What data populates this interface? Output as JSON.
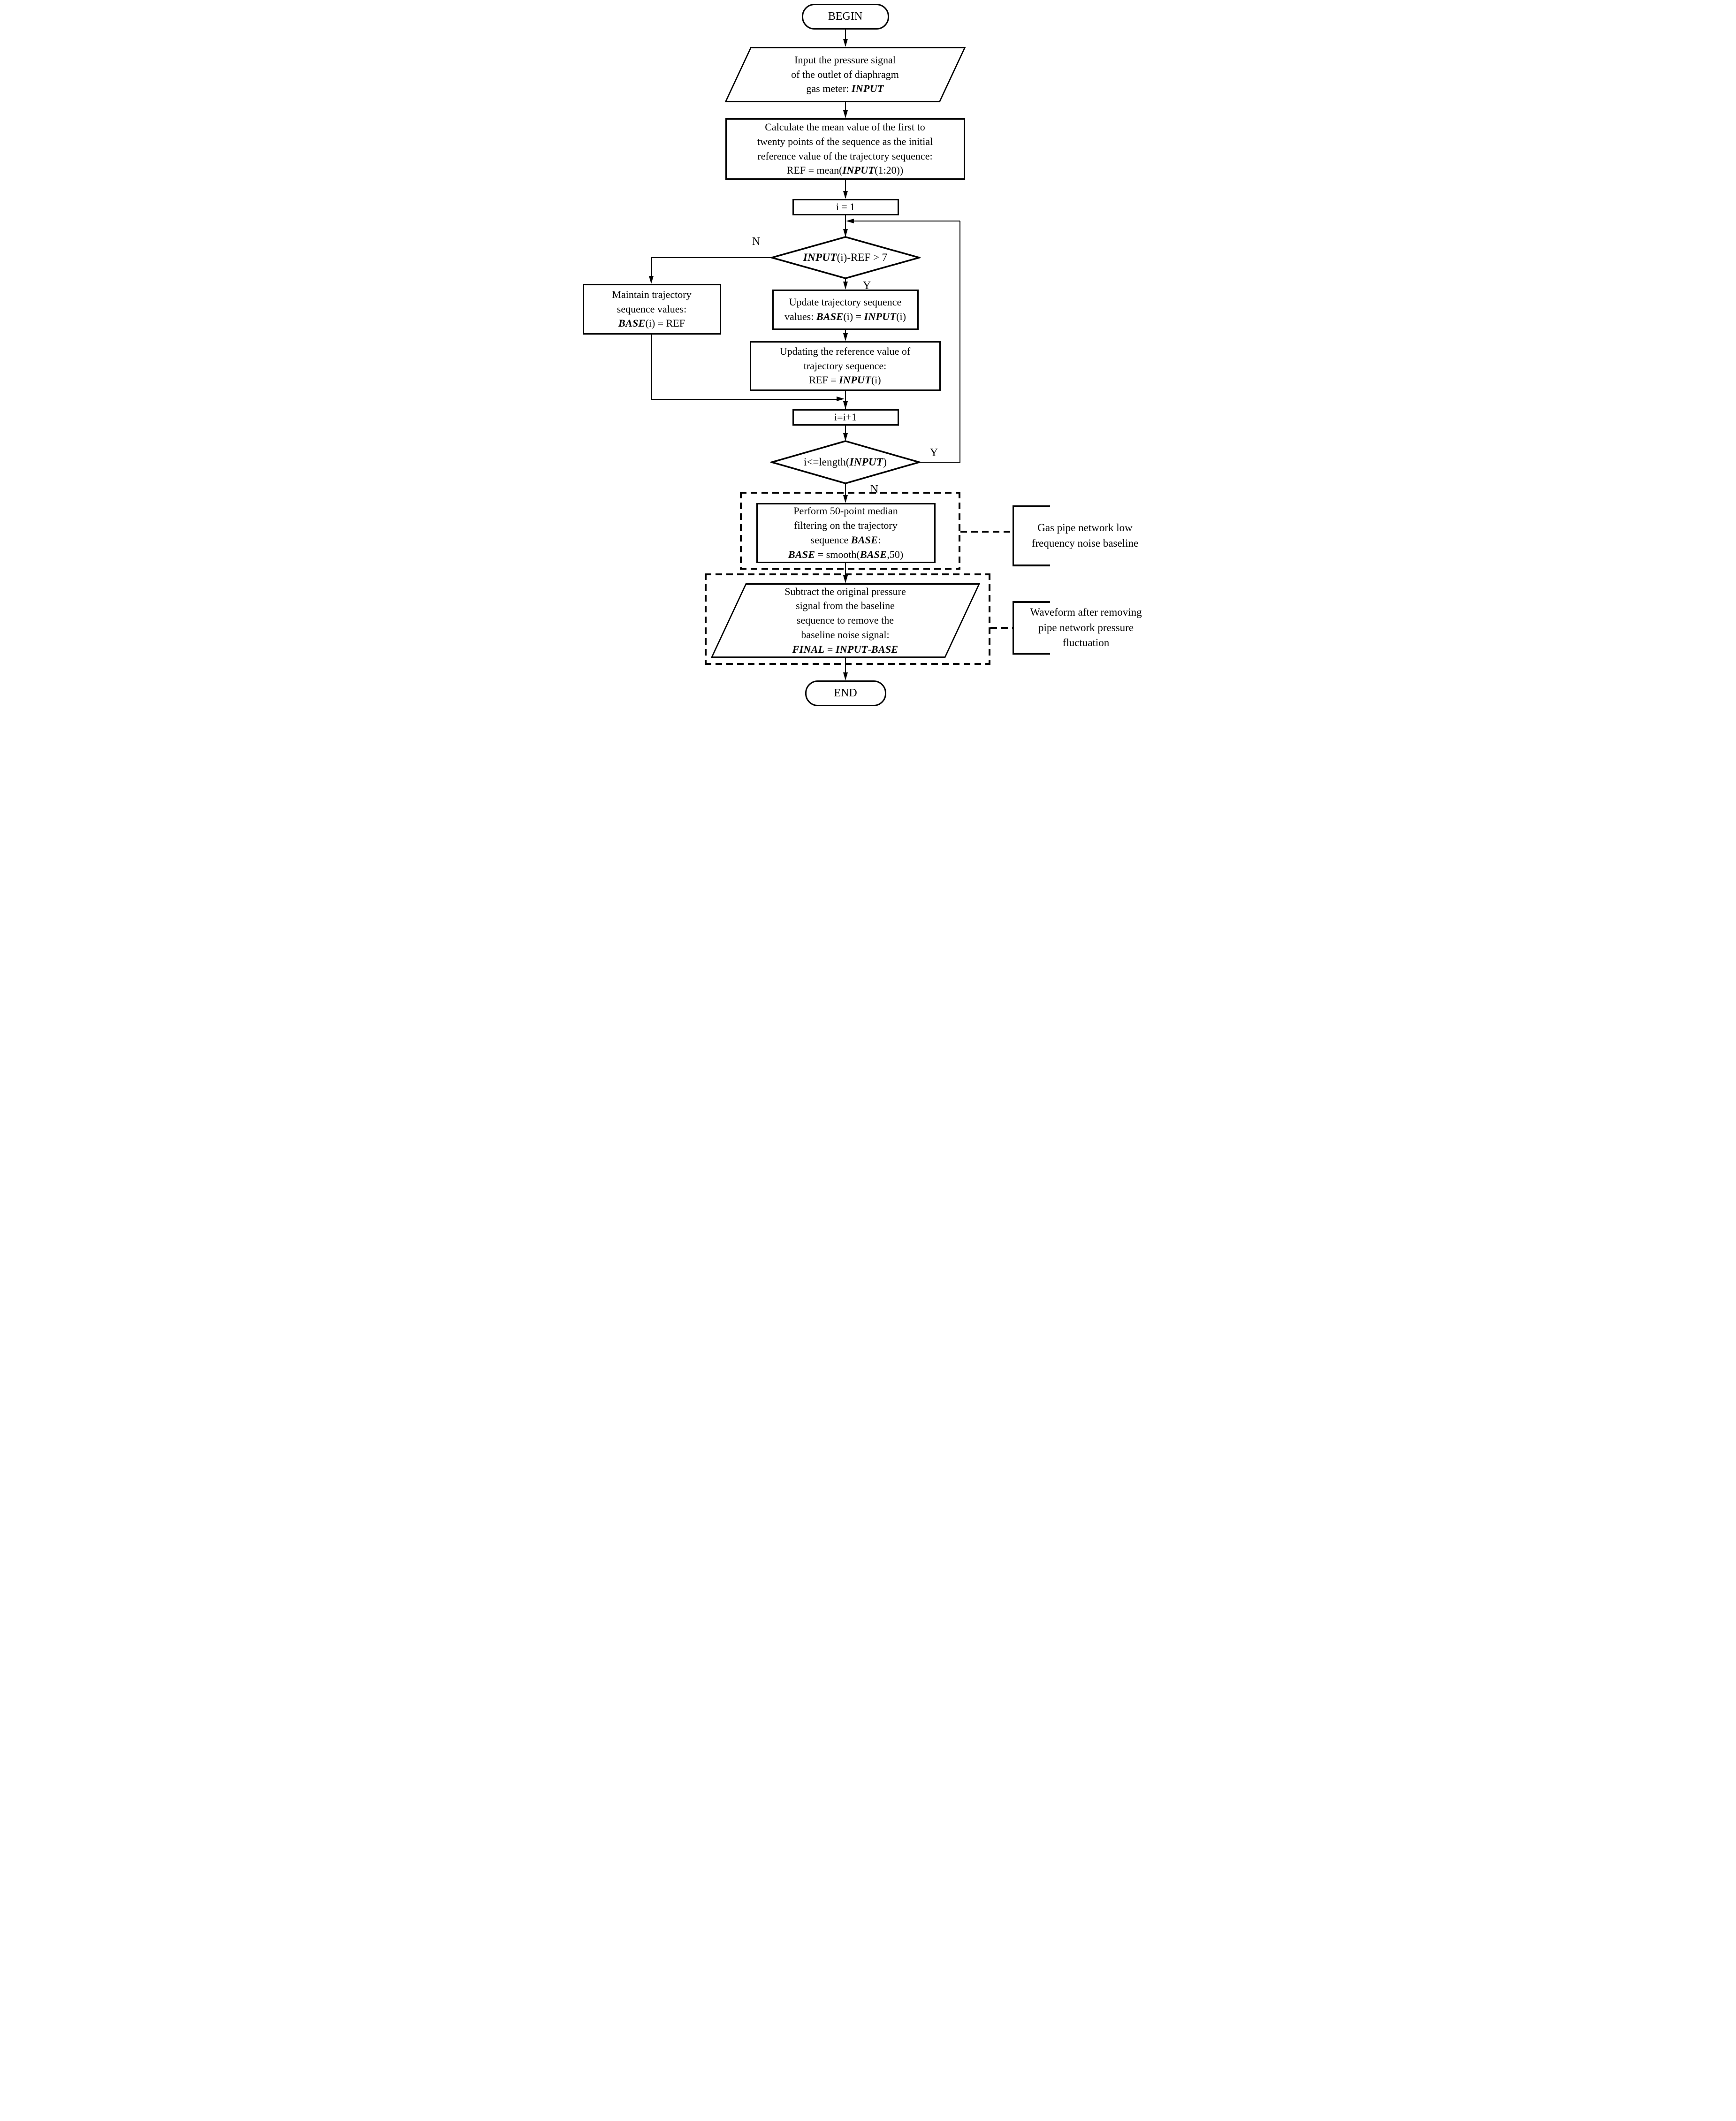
{
  "figure": {
    "type": "flowchart",
    "background_color": "#ffffff",
    "line_color": "#000000"
  },
  "nodes": {
    "begin": {
      "shape": "terminator",
      "label": "BEGIN"
    },
    "input_signal": {
      "shape": "parallelogram",
      "lines": [
        "Input the pressure signal",
        "of the outlet of diaphragm",
        "gas meter: **INPUT**"
      ]
    },
    "calc_mean": {
      "shape": "process",
      "lines": [
        "Calculate the mean value of the first to",
        "twenty points of the sequence as the initial",
        "reference value of the trajectory sequence:",
        "REF = mean(**INPUT**(1:20))"
      ]
    },
    "init_i": {
      "shape": "process",
      "label": "i = 1"
    },
    "check_threshold": {
      "shape": "decision",
      "label": "**INPUT**(i)-REF > 7"
    },
    "maintain": {
      "shape": "process",
      "lines": [
        "Maintain trajectory",
        "sequence values:",
        "**BASE**(i) = REF"
      ]
    },
    "update": {
      "shape": "process",
      "lines": [
        "Update trajectory sequence",
        "values: **BASE**(i) = **INPUT**(i)"
      ]
    },
    "update_ref": {
      "shape": "process",
      "lines": [
        "Updating the reference value of",
        "trajectory sequence:",
        "REF = **INPUT**(i)"
      ]
    },
    "increment": {
      "shape": "process",
      "label": "i=i+1"
    },
    "check_loop": {
      "shape": "decision",
      "label": "i<=length(**INPUT**)"
    },
    "median_filter": {
      "shape": "process",
      "lines": [
        "Perform 50-point median",
        "filtering on the trajectory",
        "sequence **BASE**:",
        "**BASE** = smooth(**BASE**,50)"
      ]
    },
    "subtract": {
      "shape": "parallelogram",
      "lines": [
        "Subtract the original pressure",
        "signal from the baseline",
        "sequence to remove the",
        "baseline noise signal:",
        "**FINAL** = **INPUT**-**BASE**"
      ]
    },
    "end": {
      "shape": "terminator",
      "label": "END"
    }
  },
  "edge_labels": {
    "threshold_no": "N",
    "threshold_yes": "Y",
    "loop_yes": "Y",
    "loop_no": "N"
  },
  "annotations": {
    "baseline": {
      "lines": [
        "Gas pipe network low",
        "frequency noise baseline"
      ]
    },
    "waveform": {
      "lines": [
        "Waveform after removing",
        "pipe network pressure",
        "fluctuation"
      ]
    }
  }
}
